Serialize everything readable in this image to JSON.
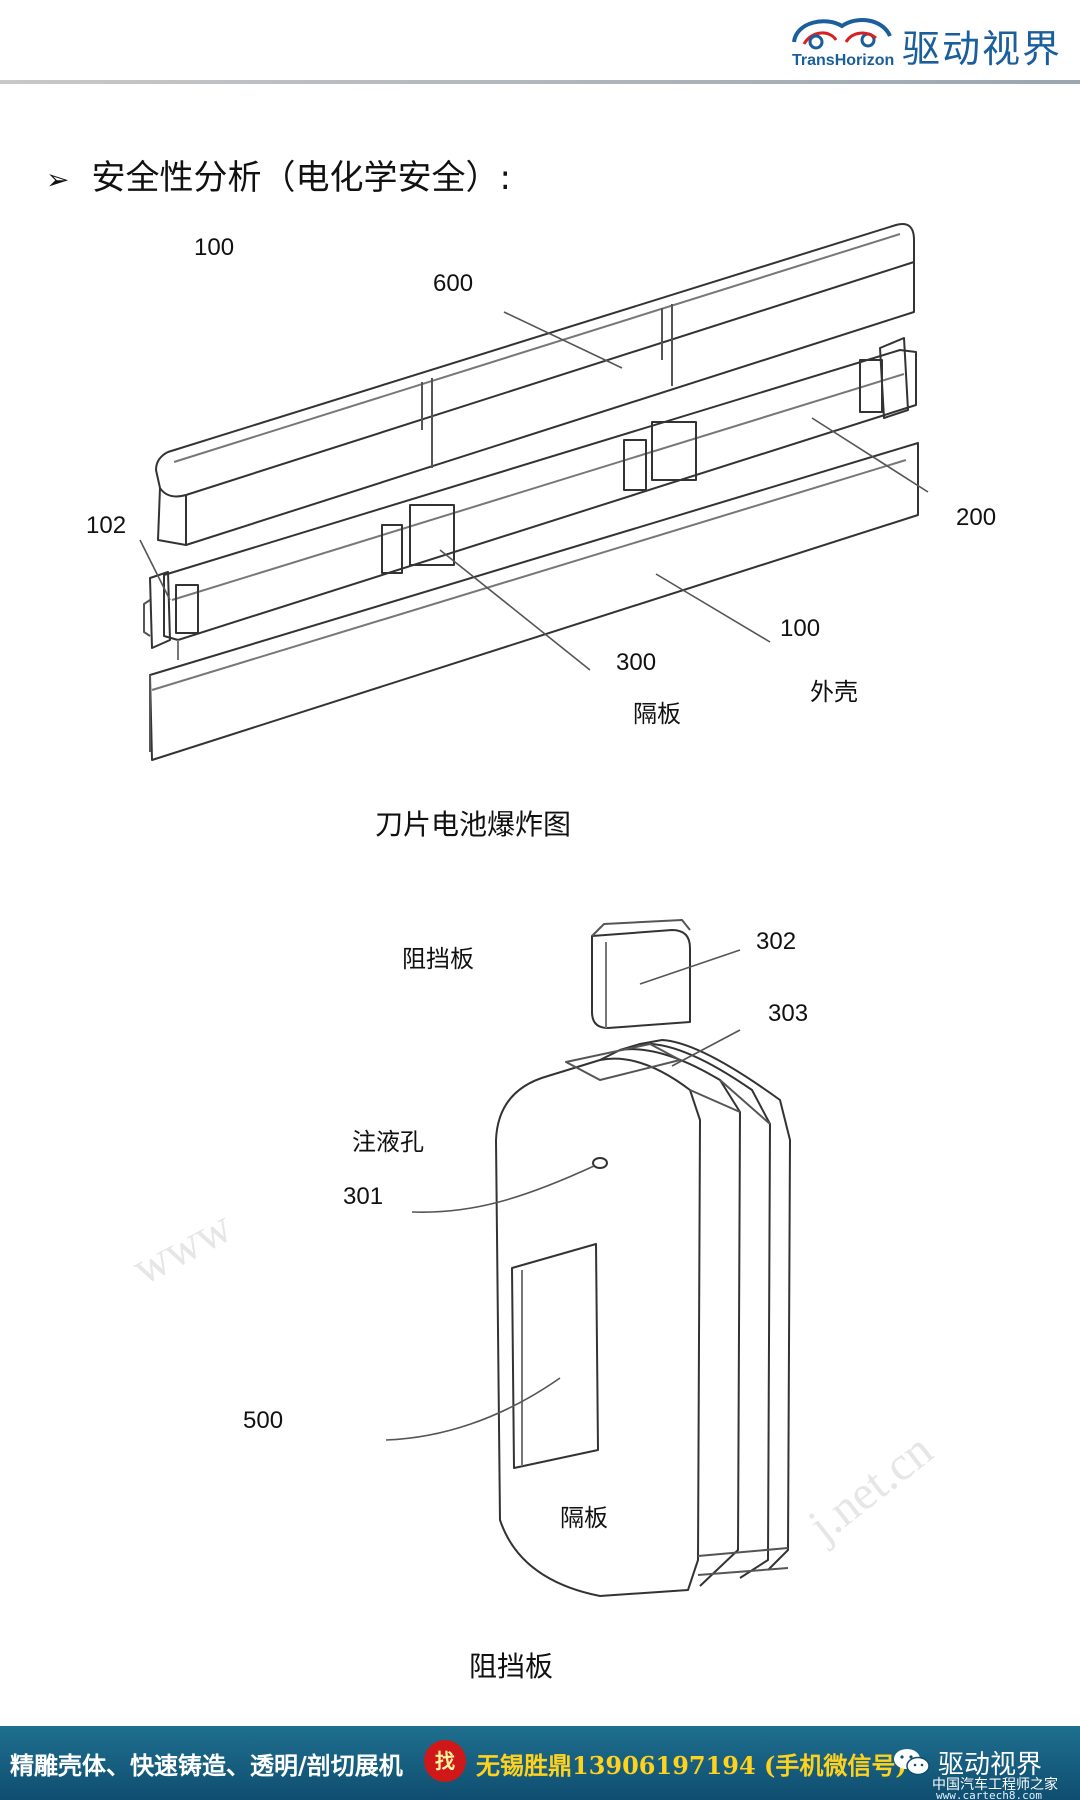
{
  "header": {
    "brand_cn": "驱动视界",
    "brand_en": "TransHorizon"
  },
  "heading": {
    "bullet": "➢",
    "text": "安全性分析（电化学安全）:"
  },
  "figure1": {
    "labels": {
      "l100_top": "100",
      "l600": "600",
      "l102": "102",
      "l200": "200",
      "l100": "100",
      "shell": "外壳",
      "l300": "300",
      "separator": "隔板"
    },
    "caption": "刀片电池爆炸图"
  },
  "figure2": {
    "labels": {
      "baffle": "阻挡板",
      "l302": "302",
      "l303": "303",
      "fill_hole": "注液孔",
      "l301": "301",
      "l500": "500",
      "separator": "隔板"
    },
    "caption": "阻挡板"
  },
  "watermarks": {
    "left": "www",
    "right": "j.net.cn"
  },
  "footer": {
    "left_text": "精雕壳体、快速铸造、透明/剖切展机",
    "find_badge": "找",
    "phone_text": "无锡胜鼎13906197194 (手机微信号)",
    "brand": "驱动视界",
    "site_cn": "中国汽车工程师之家",
    "site": "www.cartech8.com"
  },
  "colors": {
    "brand_blue": "#1b5e9c",
    "footer_bg": "#0f4e70",
    "footer_highlight": "#ffd21e",
    "badge_red": "#d01818"
  }
}
